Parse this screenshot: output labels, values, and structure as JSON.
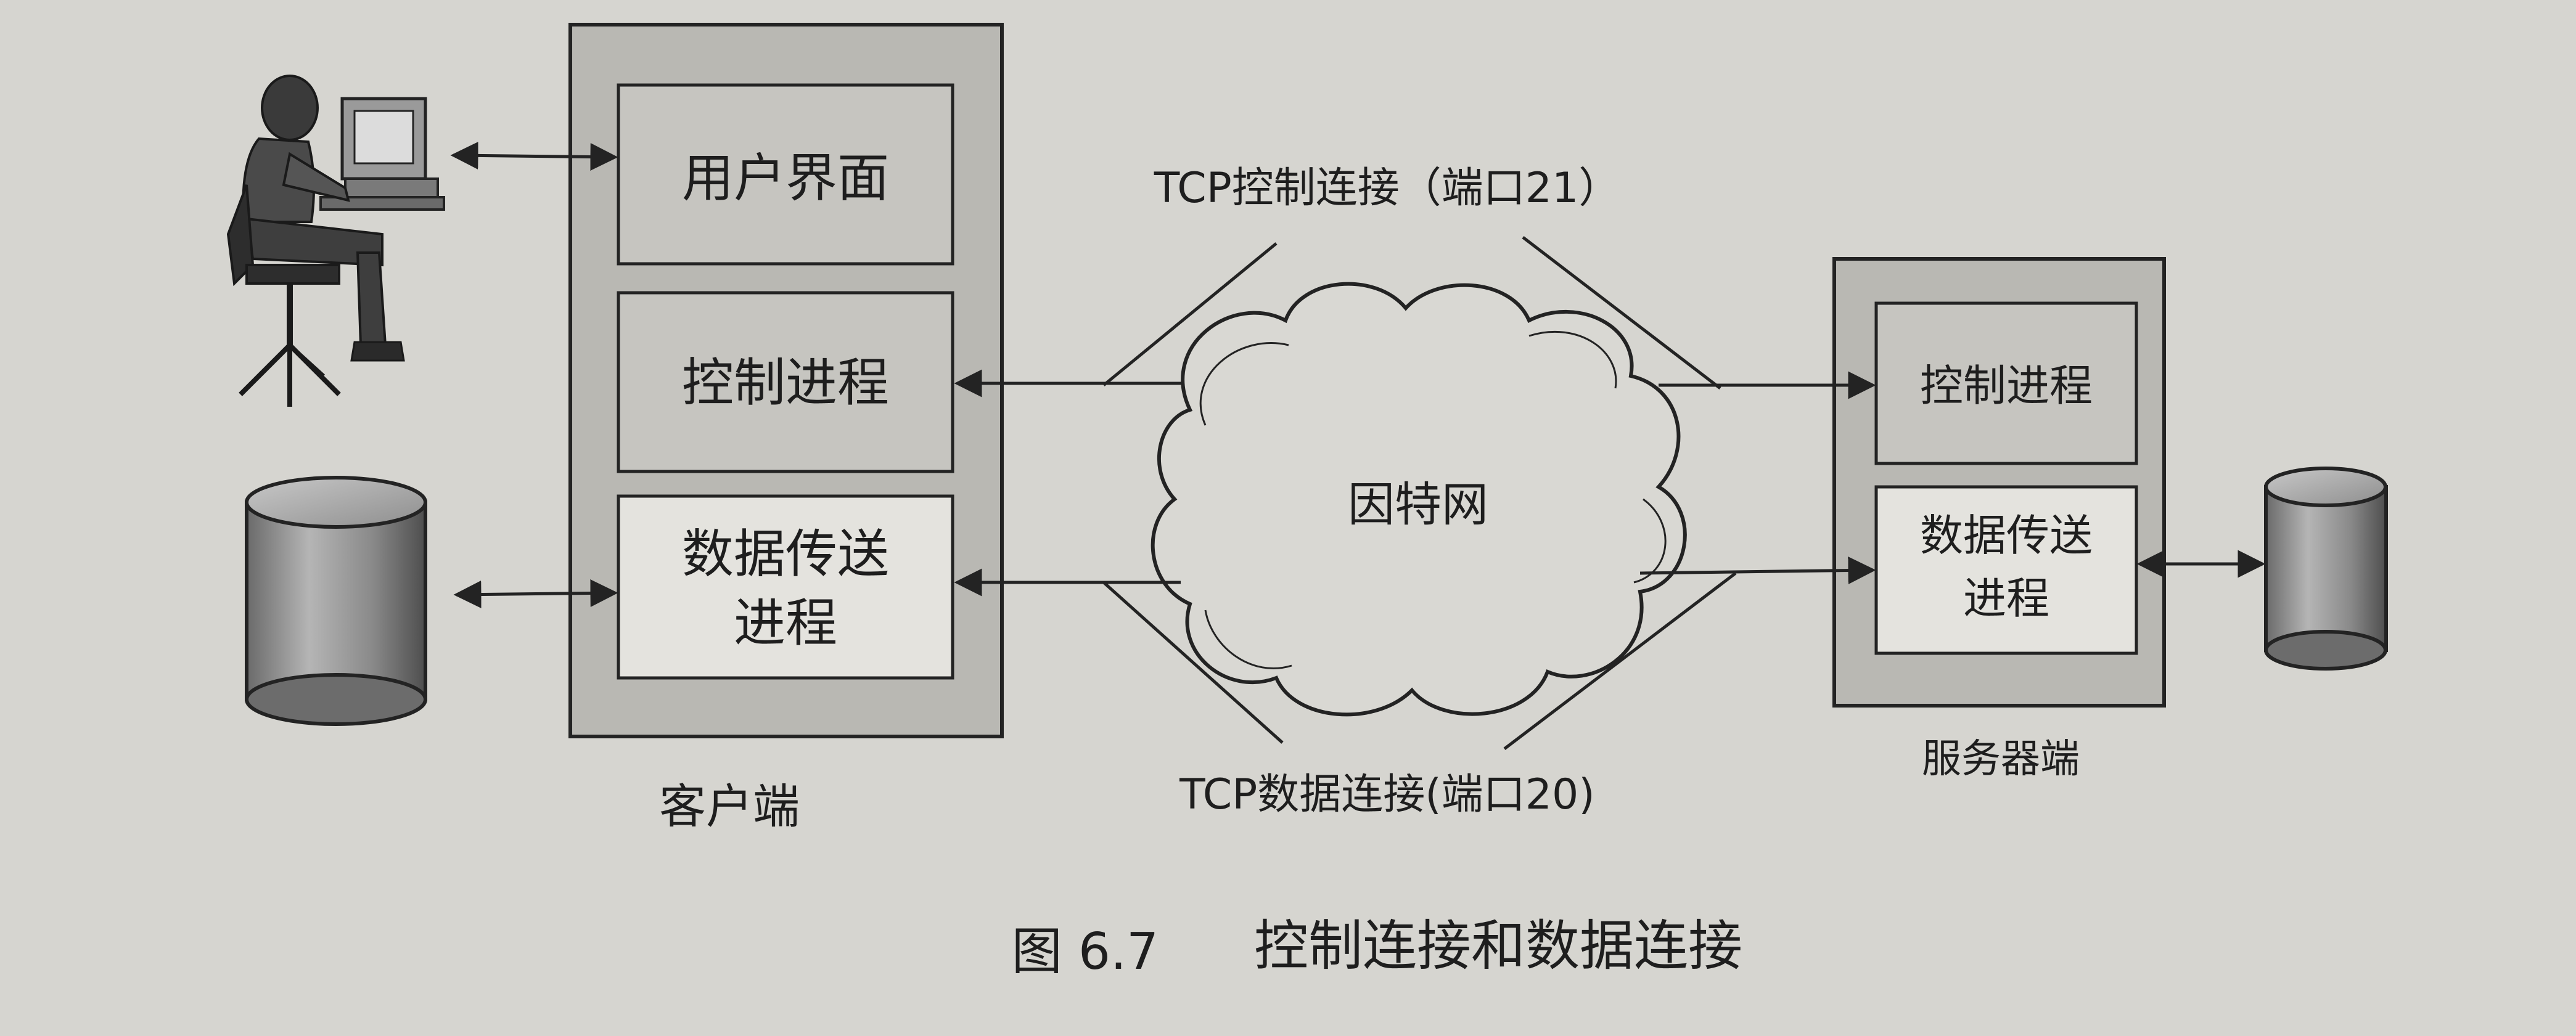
{
  "client": {
    "label": "客户端",
    "user_interface": "用户界面",
    "control_process": "控制进程",
    "data_process_line1": "数据传送",
    "data_process_line2": "进程"
  },
  "server": {
    "label": "服务器端",
    "control_process": "控制进程",
    "data_process_line1": "数据传送",
    "data_process_line2": "进程"
  },
  "network": {
    "label": "因特网"
  },
  "connections": {
    "control": "TCP控制连接（端口21）",
    "data": "TCP数据连接(端口20)"
  },
  "caption": {
    "number": "图 6.7",
    "title": "控制连接和数据连接"
  },
  "colors": {
    "paper": "#d6d5d0",
    "outer_box": "#b9b8b3",
    "process_box": "#c6c5c0",
    "inner_white": "#e4e3de",
    "line": "#232323"
  }
}
